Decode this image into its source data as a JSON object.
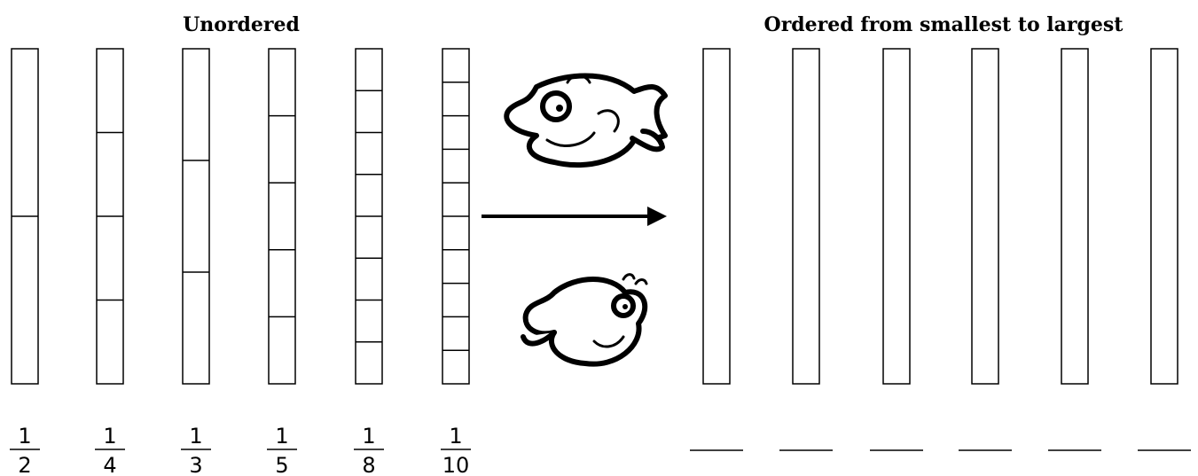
{
  "headings": {
    "unordered": "Unordered",
    "ordered": "Ordered from smallest to largest"
  },
  "unordered_bars": [
    {
      "numerator": "1",
      "denominator": "2",
      "parts": 2
    },
    {
      "numerator": "1",
      "denominator": "4",
      "parts": 4
    },
    {
      "numerator": "1",
      "denominator": "3",
      "parts": 3
    },
    {
      "numerator": "1",
      "denominator": "5",
      "parts": 5
    },
    {
      "numerator": "1",
      "denominator": "8",
      "parts": 8
    },
    {
      "numerator": "1",
      "denominator": "10",
      "parts": 10
    }
  ],
  "ordered_bars": [
    {
      "answer": ""
    },
    {
      "answer": ""
    },
    {
      "answer": ""
    },
    {
      "answer": ""
    },
    {
      "answer": ""
    },
    {
      "answer": ""
    }
  ],
  "icons": [
    "fish-icon",
    "fish-icon",
    "arrow-right-icon"
  ],
  "colors": {
    "ink": "#000000",
    "background": "#ffffff"
  }
}
